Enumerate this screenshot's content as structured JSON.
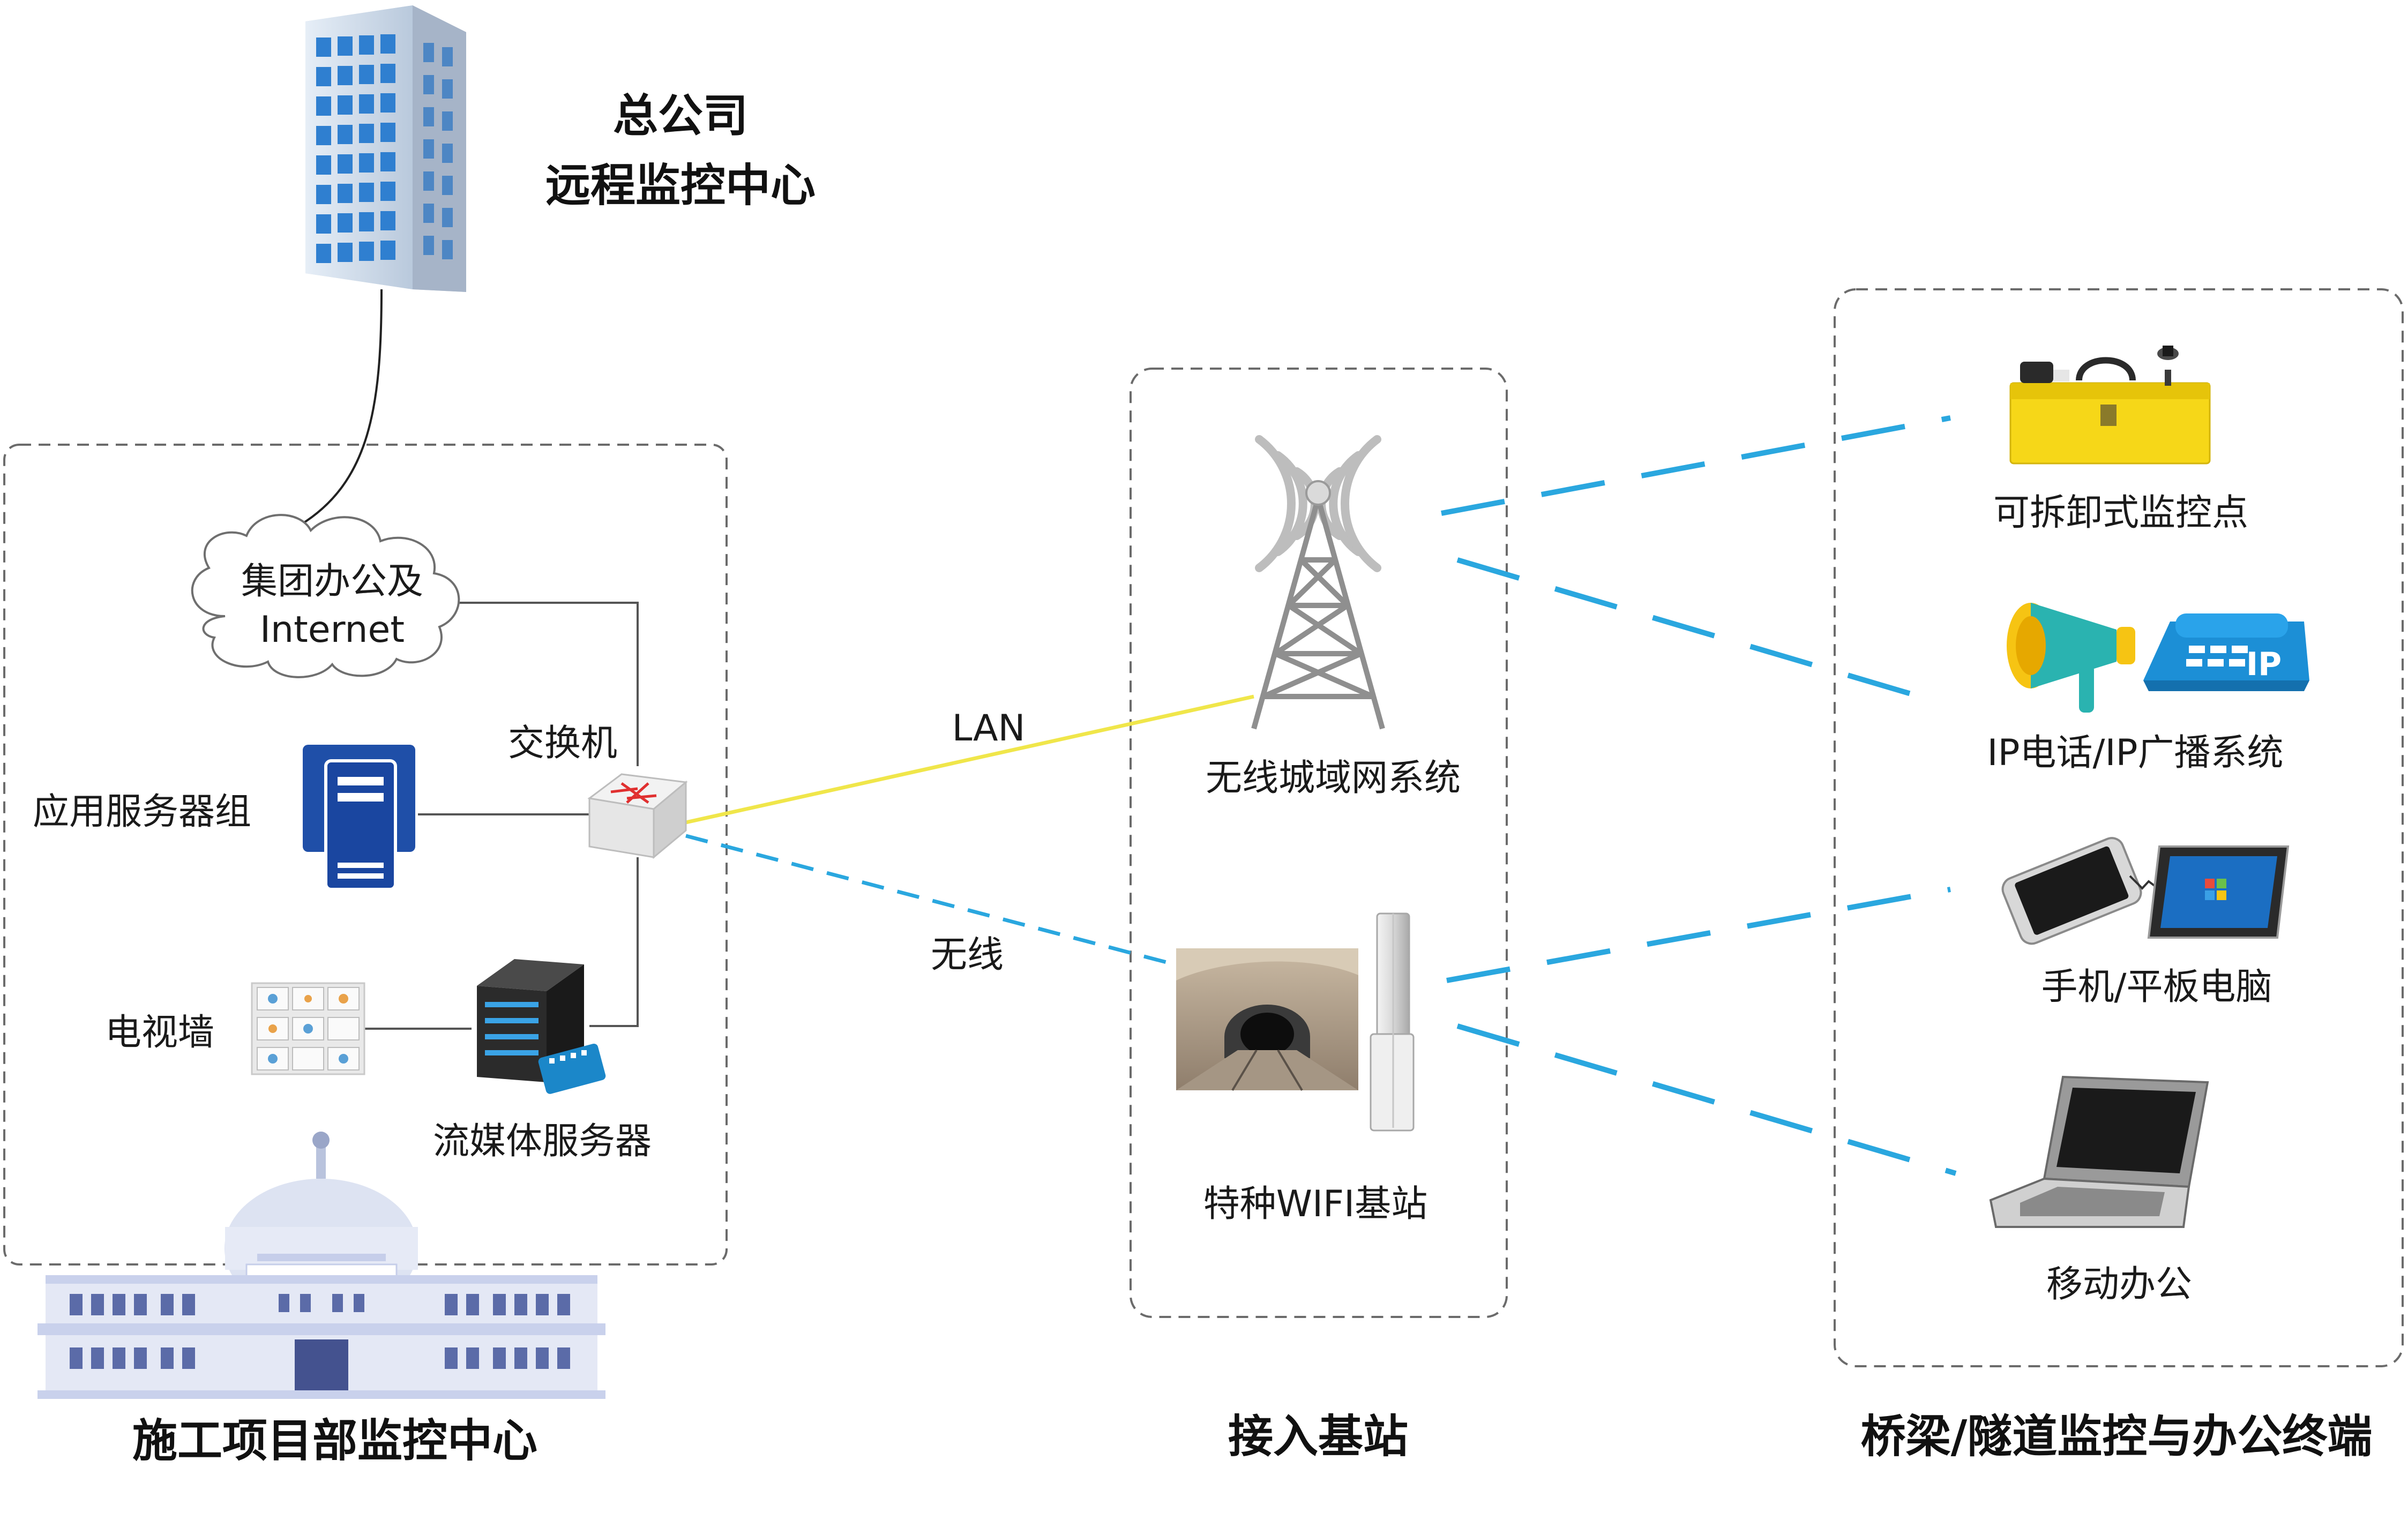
{
  "hq": {
    "line1": "总公司",
    "line2": "远程监控中心"
  },
  "project_center": {
    "cloud_line1": "集团办公及",
    "cloud_line2": "Internet",
    "switch": "交换机",
    "app_servers": "应用服务器组",
    "tv_wall": "电视墙",
    "media_server": "流媒体服务器",
    "title": "施工项目部监控中心"
  },
  "links": {
    "lan": "LAN",
    "wireless": "无线"
  },
  "access": {
    "wireless_man": "无线城域网系统",
    "wifi_station": "特种WIFI基站",
    "title": "接入基站"
  },
  "terminals": {
    "portable_monitor": "可拆卸式监控点",
    "ip_phone": "IP电话/IP广播系统",
    "phone_tablet": "手机/平板电脑",
    "mobile_office": "移动办公",
    "ip_badge": "IP",
    "title": "桥梁/隧道监控与办公终端"
  },
  "colors": {
    "lan_line": "#f0e64a",
    "wireless_line": "#2aa7df",
    "box_border": "#666666"
  }
}
